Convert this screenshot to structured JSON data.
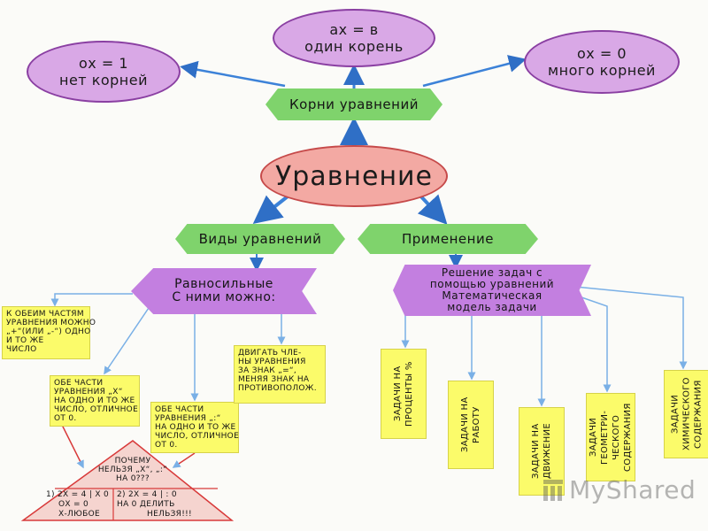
{
  "center": {
    "label": "Уравнение"
  },
  "roots_hub": {
    "label": "Корни уравнений"
  },
  "root_cases": [
    {
      "line1": "ох = 1",
      "line2": "нет корней"
    },
    {
      "line1": "ах = в",
      "line2": "один корень"
    },
    {
      "line1": "ох = 0",
      "line2": "много корней"
    }
  ],
  "types_hub": {
    "label": "Виды уравнений"
  },
  "application_hub": {
    "label": "Применение"
  },
  "equivalent": {
    "line1": "Равносильные",
    "line2": "С ними можно:"
  },
  "solving": {
    "lines": [
      "Решение задач с",
      "помощью уравнений",
      "Математическая",
      "модель задачи"
    ]
  },
  "equivalent_actions": [
    {
      "lines": [
        "К обеим частям",
        "уравнения можно",
        "„+“(или „-“) одно",
        "и то же",
        "число"
      ]
    },
    {
      "lines": [
        "Обе части",
        "уравнения „х“",
        "на одно и то же",
        "число, отличное",
        "от 0."
      ]
    },
    {
      "lines": [
        "Обе части",
        "уравнения „:“",
        "на одно и то же",
        "число, отличное",
        "от 0."
      ]
    },
    {
      "lines": [
        "Двигать чле-",
        "ны уравнения",
        "за знак „=“,",
        "меняя знак на",
        "противополож."
      ]
    }
  ],
  "why_not_zero": {
    "question": [
      "Почему",
      "нельзя „х“, „:“",
      "на 0???"
    ],
    "case1": [
      "1)  2х = 4  | х 0",
      "ох = 0",
      "х-любое"
    ],
    "case2": [
      "2)  2х = 4  | : 0",
      "на 0 делить",
      "нельзя!!!"
    ]
  },
  "task_types": [
    {
      "text": "задачи на проценты %"
    },
    {
      "text": "задачи на работу"
    },
    {
      "text": "задачи на движение"
    },
    {
      "text": "задачи геометри-ческого содержания"
    },
    {
      "text": "задачи химического содержания"
    }
  ],
  "watermark": {
    "text": "MyShared"
  },
  "colors": {
    "ellipse_fill": "#d9a8e6",
    "center_fill": "#f3a9a3",
    "hex_fill": "#7fd36c",
    "purple_arrow_fill": "#c37fe0",
    "note_fill": "#fbfb6a",
    "arrow_blue": "#3c82d8",
    "thin_line": "#7ab0e6",
    "red_line": "#d83a3a"
  }
}
